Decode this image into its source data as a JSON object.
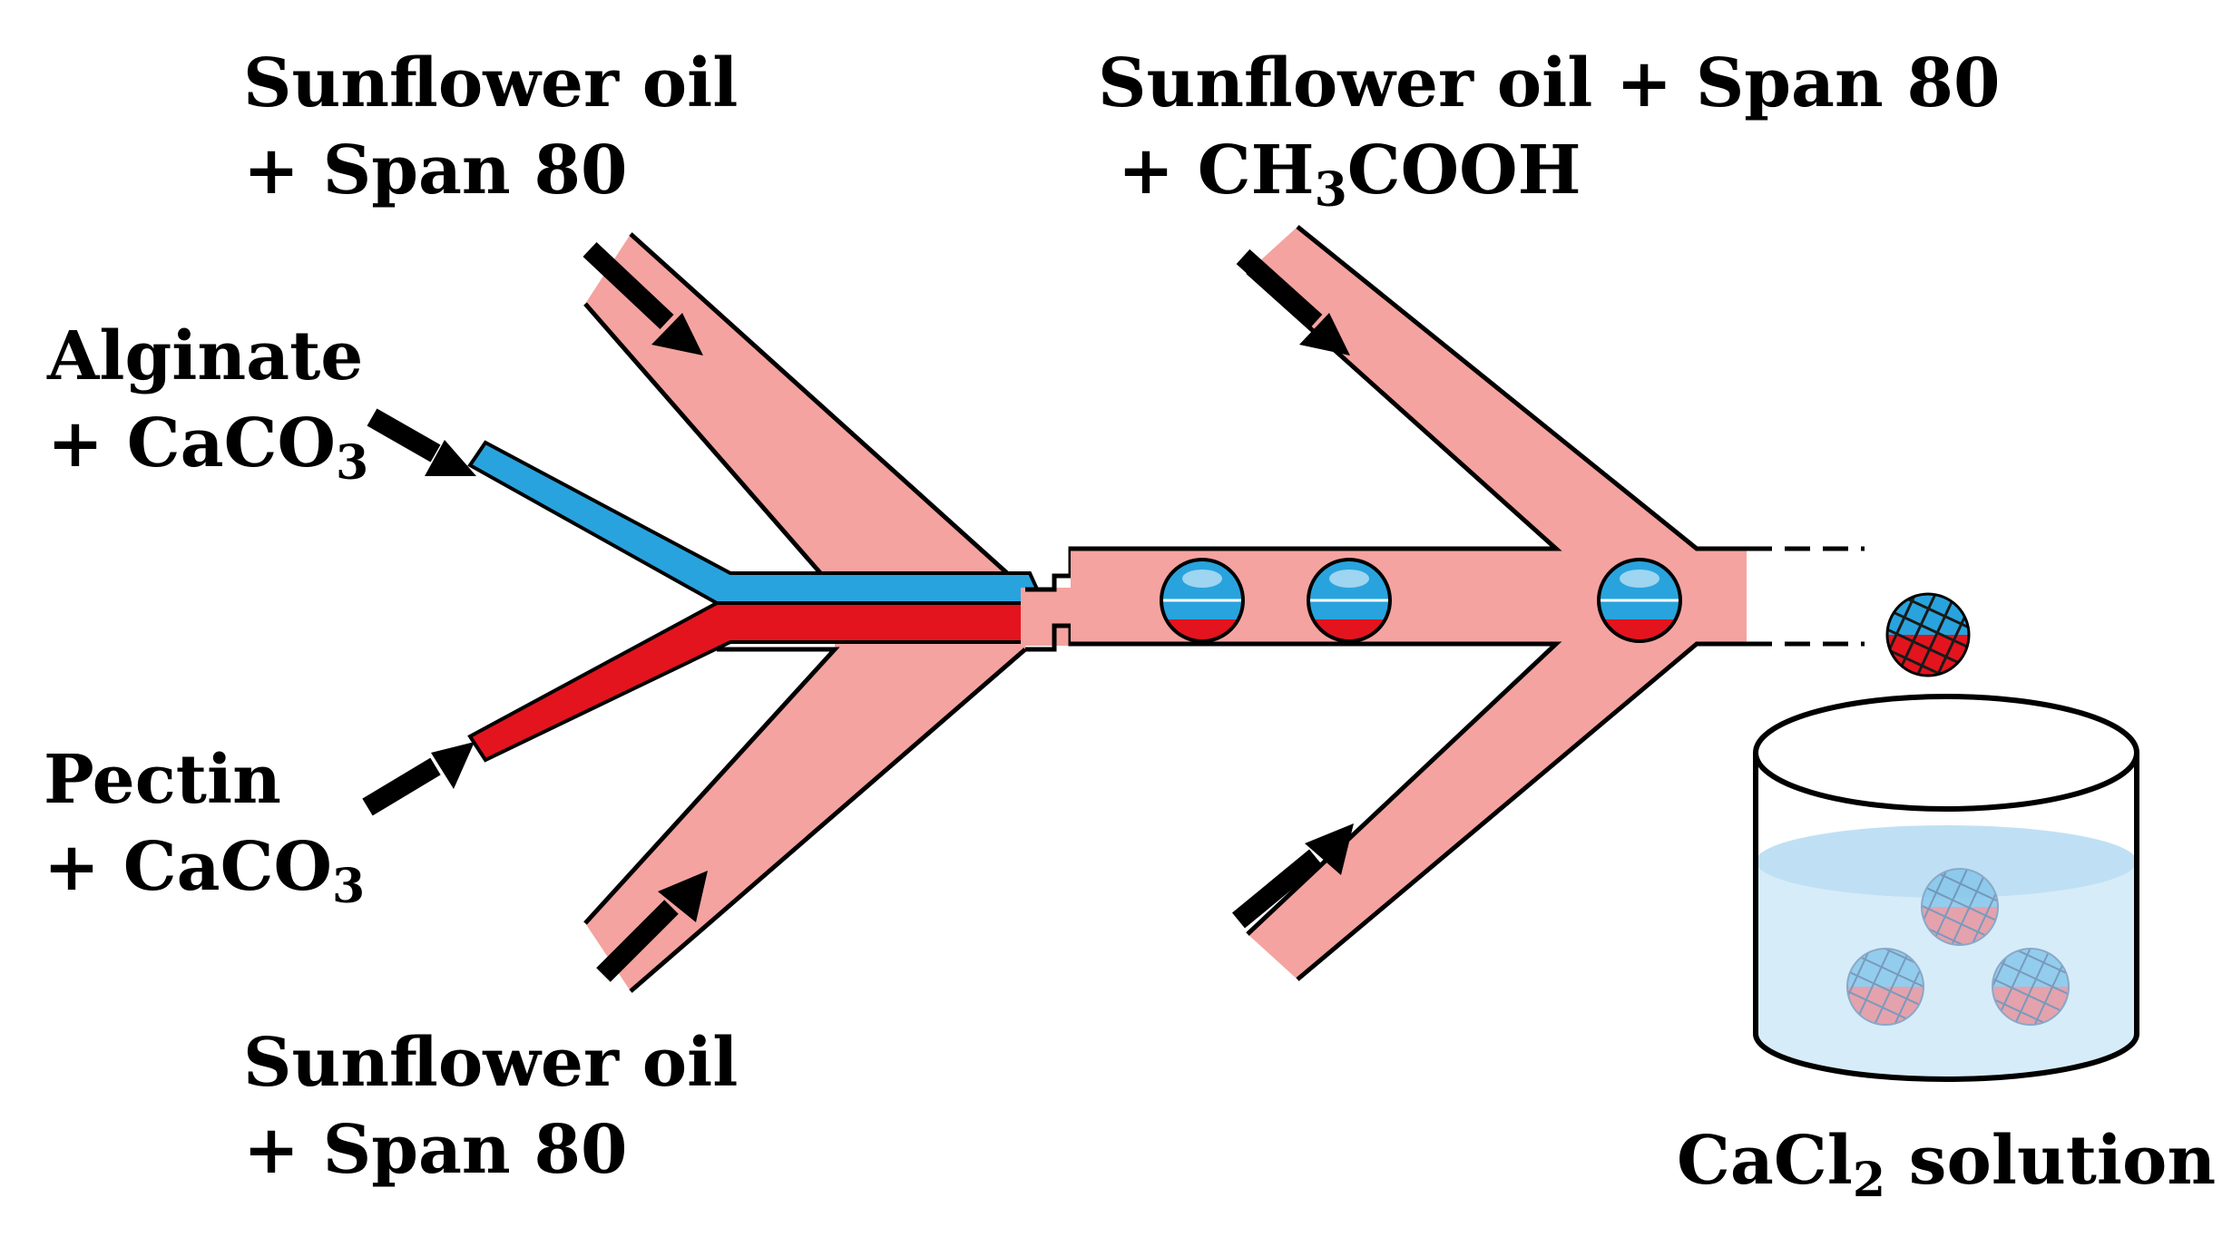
{
  "labels": {
    "oil_top_left": {
      "line1": "Sunflower oil",
      "line2": "+ Span 80"
    },
    "oil_bottom_left": {
      "line1": "Sunflower oil",
      "line2": "+ Span 80"
    },
    "oil_top_right": {
      "line1": "Sunflower oil + Span 80",
      "line2_pre": "+ CH",
      "line2_sub": "3",
      "line2_post": "COOH"
    },
    "alginate": {
      "line1": "Alginate",
      "line2_pre": "+ CaCO",
      "line2_sub": "3"
    },
    "pectin": {
      "line1": "Pectin",
      "line2_pre": "+ CaCO",
      "line2_sub": "3"
    },
    "bath": {
      "pre": "CaCl",
      "sub": "2",
      "post": " solution"
    }
  },
  "colors": {
    "oil_channel": "#f4a3a0",
    "alginate_stream": "#29a3dd",
    "pectin_stream": "#e3141e",
    "outline": "#000000",
    "bath_liquid": "#d6ecf8",
    "bath_surface": "#bfe0f4"
  },
  "icons": [
    "arrow-icon",
    "droplet-icon",
    "hydrogel-bead-icon",
    "beaker-icon"
  ]
}
